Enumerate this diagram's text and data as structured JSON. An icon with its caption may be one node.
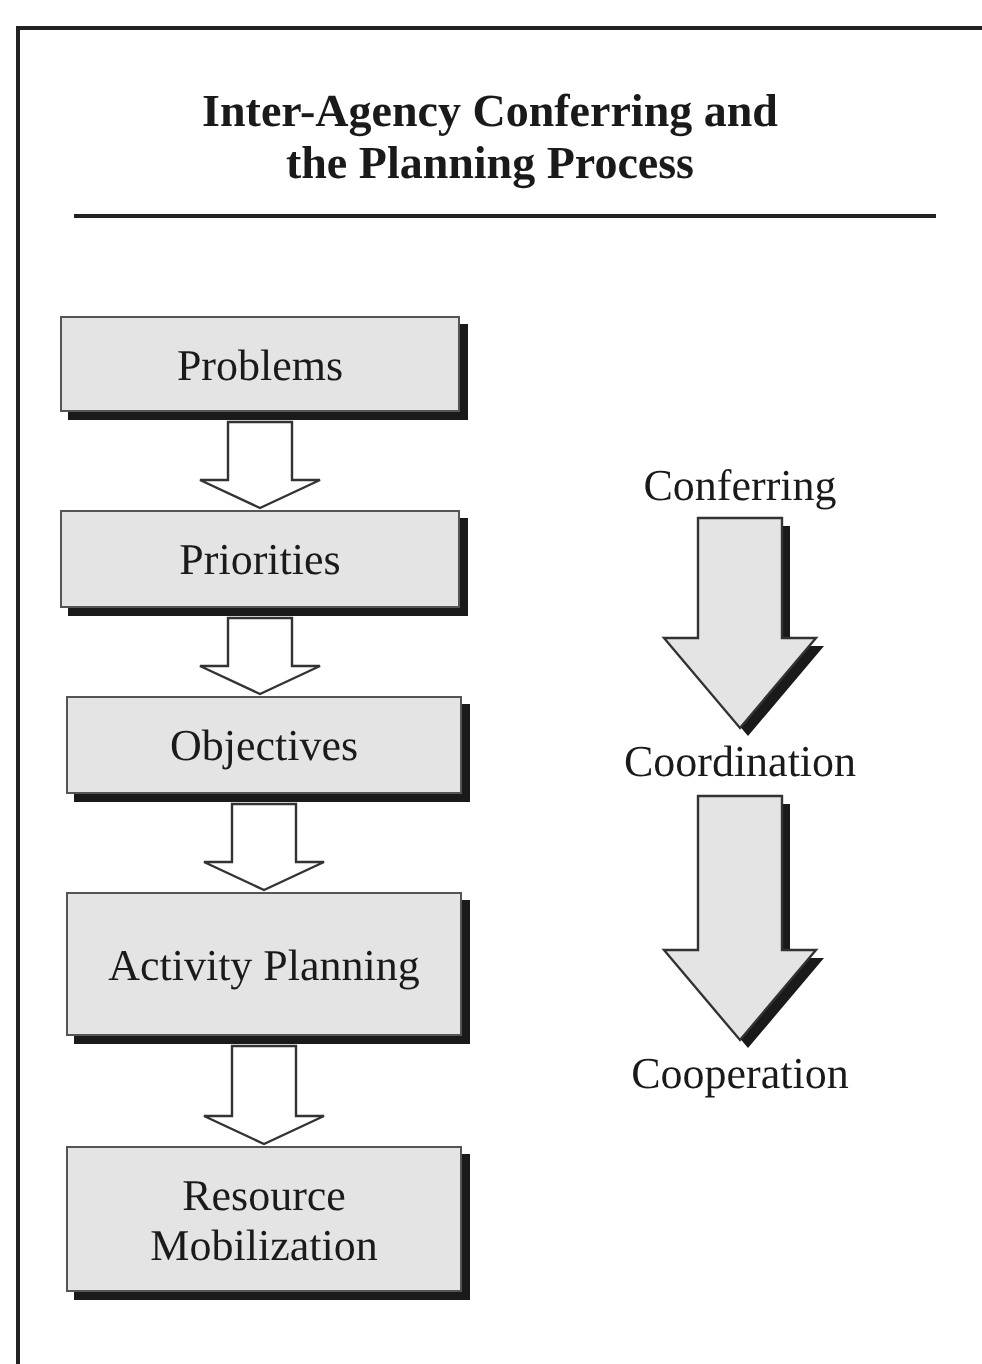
{
  "diagram": {
    "title": "Inter-Agency Conferring and the Planning Process",
    "nodes": [
      {
        "text": [
          "Problems"
        ]
      },
      {
        "text": [
          "Priorities"
        ]
      },
      {
        "text": [
          "Objectives"
        ]
      },
      {
        "text": [
          "Activity Planning"
        ]
      },
      {
        "text": [
          "Resource Mobilization"
        ]
      },
      {
        "text": [
          "Conferring"
        ]
      },
      {
        "text": [
          "Coordination"
        ]
      },
      {
        "text": [
          "Cooperation"
        ]
      }
    ],
    "edges": [
      {
        "from": 0,
        "to": 1,
        "arrow": "to"
      },
      {
        "from": 1,
        "to": 2,
        "arrow": "to"
      },
      {
        "from": 2,
        "to": 3,
        "arrow": "to"
      },
      {
        "from": 3,
        "to": 4,
        "arrow": "to"
      },
      {
        "from": 5,
        "to": 6,
        "arrow": "to",
        "style": "thick"
      },
      {
        "from": 6,
        "to": 7,
        "arrow": "to",
        "style": "thick"
      }
    ]
  }
}
